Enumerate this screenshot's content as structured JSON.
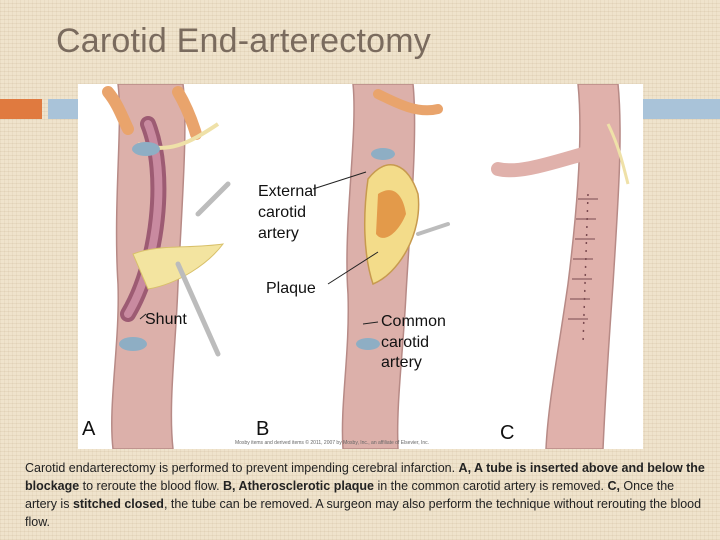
{
  "slide": {
    "title": "Carotid End-arterectomy"
  },
  "figure": {
    "labels": {
      "external_1": "External",
      "external_2": "carotid",
      "external_3": "artery",
      "plaque": "Plaque",
      "shunt": "Shunt",
      "common_1": "Common",
      "common_2": "carotid",
      "common_3": "artery"
    },
    "panels": {
      "a": "A",
      "b": "B",
      "c": "C"
    },
    "copyright": "Mosby items and derived items © 2011, 2007 by Mosby, Inc., an affiliate of Elsevier, Inc."
  },
  "caption": {
    "seg1": "Carotid endarterectomy is performed to prevent impending cerebral infarction. ",
    "seg2": "A, A tube is inserted above and below the blockage",
    "seg3": " to reroute the blood flow. ",
    "seg4": "B, Atherosclerotic plaque",
    "seg5": " in the common carotid artery is removed. ",
    "seg6": "C,",
    "seg7": " Once the artery is ",
    "seg8": "stitched closed",
    "seg9": ", the tube can be removed. A surgeon may also perform the technique without rerouting the blood flow."
  },
  "colors": {
    "background": "#efe3cc",
    "title": "#7a6b5e",
    "accent_orange": "#e07a3f",
    "accent_blue": "#a9c3d9",
    "artery": "#d7a3a0",
    "plaque": "#f3dc8a"
  }
}
